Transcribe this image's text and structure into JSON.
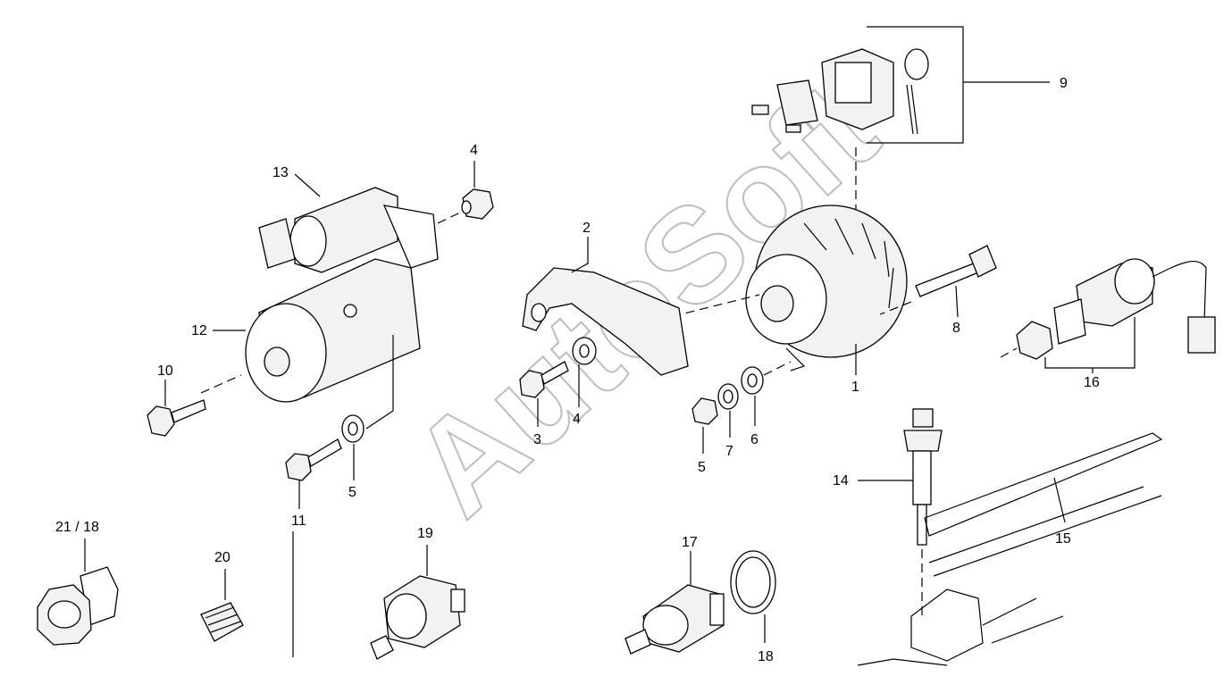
{
  "watermark": "AutoSoft",
  "callouts": {
    "c1": "1",
    "c2": "2",
    "c3": "3",
    "c4a": "4",
    "c4b": "4",
    "c5a": "5",
    "c5b": "5",
    "c6": "6",
    "c7": "7",
    "c8": "8",
    "c9": "9",
    "c10": "10",
    "c11": "11",
    "c12": "12",
    "c13": "13",
    "c14": "14",
    "c15": "15",
    "c16": "16",
    "c17": "17",
    "c18": "18",
    "c19": "19",
    "c20": "20",
    "c21": "21 / 18"
  }
}
